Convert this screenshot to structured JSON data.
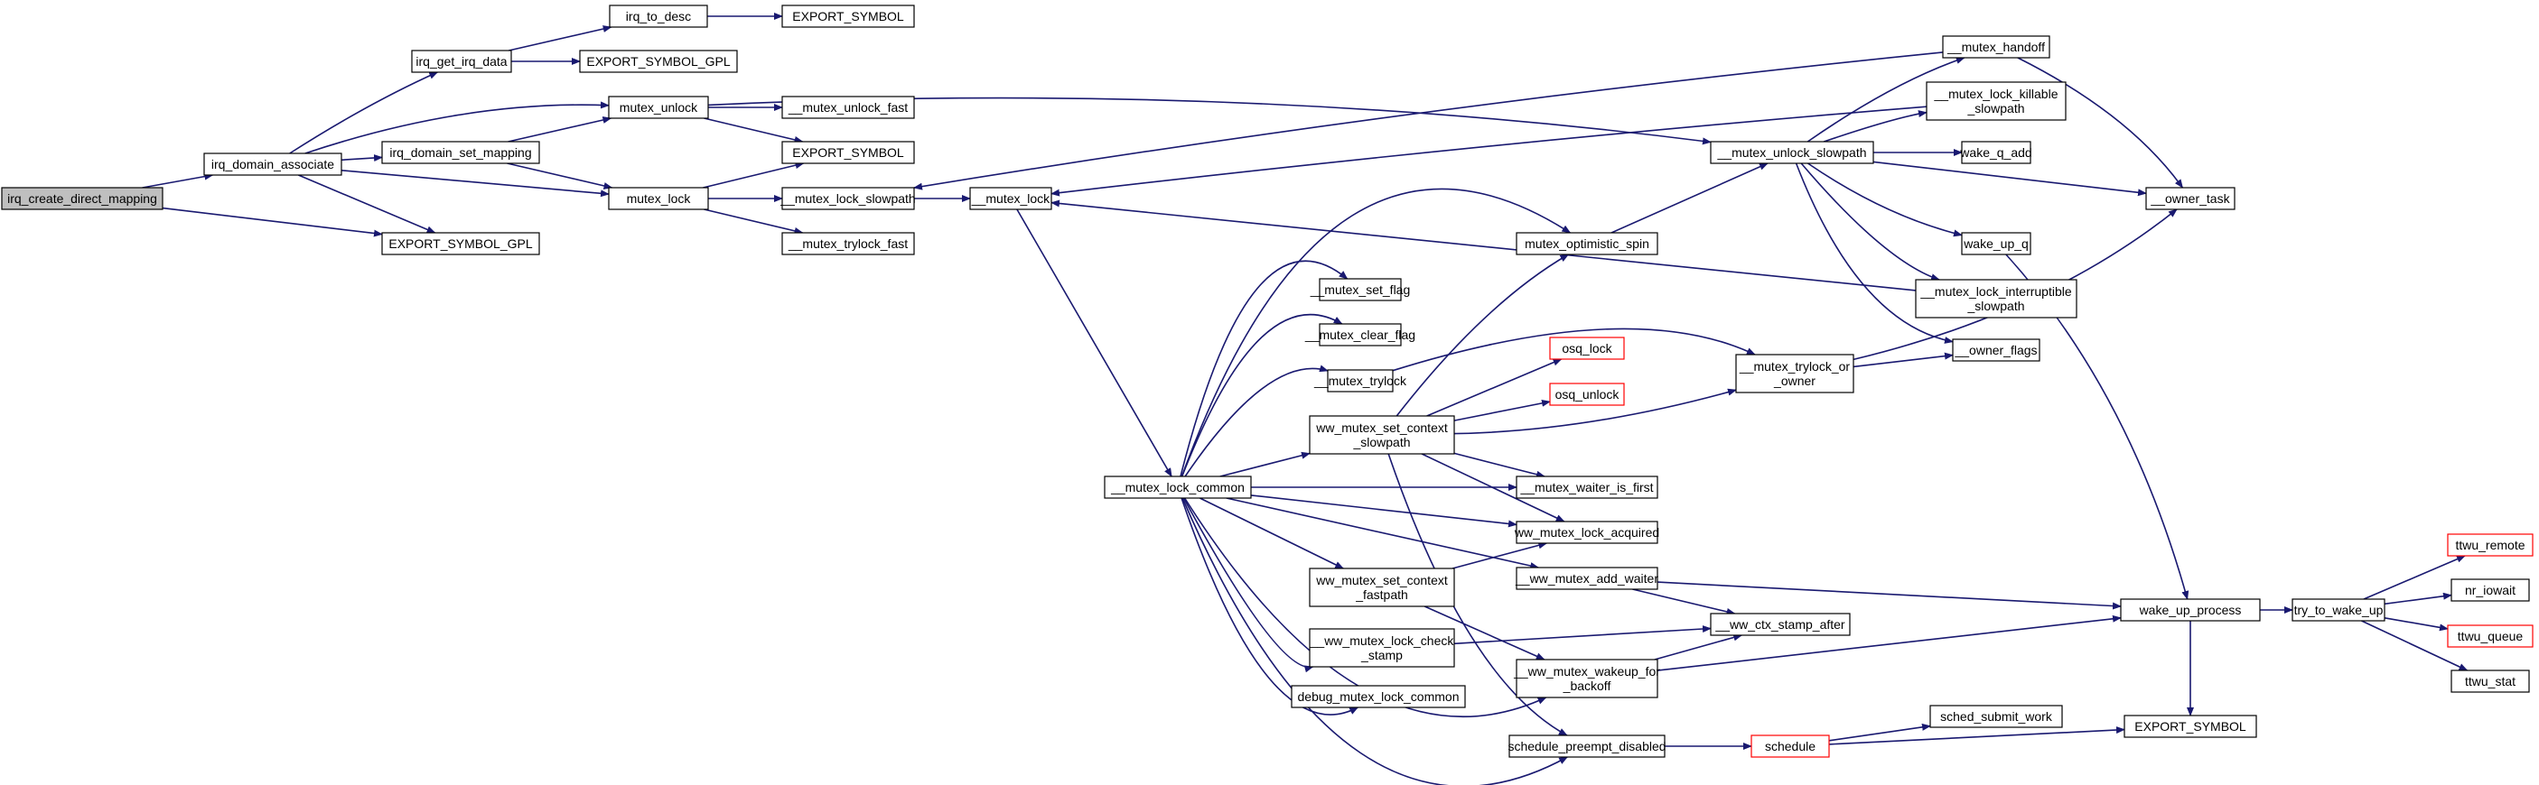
{
  "nodes": [
    {
      "id": "irq_create_direct_mapping",
      "lines": [
        "irq_create_direct_mapping"
      ],
      "style": "root"
    },
    {
      "id": "irq_domain_associate",
      "lines": [
        "irq_domain_associate"
      ],
      "style": "normal"
    },
    {
      "id": "EXPORT_SYMBOL_GPL_1",
      "lines": [
        "EXPORT_SYMBOL_GPL"
      ],
      "style": "normal"
    },
    {
      "id": "irq_get_irq_data",
      "lines": [
        "irq_get_irq_data"
      ],
      "style": "normal"
    },
    {
      "id": "mutex_unlock",
      "lines": [
        "mutex_unlock"
      ],
      "style": "normal"
    },
    {
      "id": "irq_domain_set_mapping",
      "lines": [
        "irq_domain_set_mapping"
      ],
      "style": "normal"
    },
    {
      "id": "mutex_lock",
      "lines": [
        "mutex_lock"
      ],
      "style": "normal"
    },
    {
      "id": "irq_to_desc",
      "lines": [
        "irq_to_desc"
      ],
      "style": "normal"
    },
    {
      "id": "EXPORT_SYMBOL_GPL_2",
      "lines": [
        "EXPORT_SYMBOL_GPL"
      ],
      "style": "normal"
    },
    {
      "id": "EXPORT_SYMBOL_1",
      "lines": [
        "EXPORT_SYMBOL"
      ],
      "style": "normal"
    },
    {
      "id": "__mutex_unlock_fast",
      "lines": [
        "__mutex_unlock_fast"
      ],
      "style": "normal"
    },
    {
      "id": "EXPORT_SYMBOL_2",
      "lines": [
        "EXPORT_SYMBOL"
      ],
      "style": "normal"
    },
    {
      "id": "__mutex_lock_slowpath",
      "lines": [
        "__mutex_lock_slowpath"
      ],
      "style": "normal"
    },
    {
      "id": "__mutex_trylock_fast",
      "lines": [
        "__mutex_trylock_fast"
      ],
      "style": "normal"
    },
    {
      "id": "__mutex_lock",
      "lines": [
        "__mutex_lock"
      ],
      "style": "normal"
    },
    {
      "id": "__mutex_lock_common",
      "lines": [
        "__mutex_lock_common"
      ],
      "style": "normal"
    },
    {
      "id": "mutex_optimistic_spin",
      "lines": [
        "mutex_optimistic_spin"
      ],
      "style": "normal"
    },
    {
      "id": "__mutex_set_flag",
      "lines": [
        "__mutex_set_flag"
      ],
      "style": "normal"
    },
    {
      "id": "__mutex_clear_flag",
      "lines": [
        "__mutex_clear_flag"
      ],
      "style": "normal"
    },
    {
      "id": "__mutex_trylock",
      "lines": [
        "__mutex_trylock"
      ],
      "style": "normal"
    },
    {
      "id": "ww_mutex_set_context_slowpath",
      "lines": [
        "ww_mutex_set_context",
        "_slowpath"
      ],
      "style": "normal"
    },
    {
      "id": "osq_lock",
      "lines": [
        "osq_lock"
      ],
      "style": "truncated"
    },
    {
      "id": "osq_unlock",
      "lines": [
        "osq_unlock"
      ],
      "style": "truncated"
    },
    {
      "id": "__mutex_waiter_is_first",
      "lines": [
        "__mutex_waiter_is_first"
      ],
      "style": "normal"
    },
    {
      "id": "ww_mutex_lock_acquired",
      "lines": [
        "ww_mutex_lock_acquired"
      ],
      "style": "normal"
    },
    {
      "id": "ww_mutex_set_context_fastpath",
      "lines": [
        "ww_mutex_set_context",
        "_fastpath"
      ],
      "style": "normal"
    },
    {
      "id": "__ww_mutex_add_waiter",
      "lines": [
        "__ww_mutex_add_waiter"
      ],
      "style": "normal"
    },
    {
      "id": "__ww_mutex_lock_check_stamp",
      "lines": [
        "__ww_mutex_lock_check",
        "_stamp"
      ],
      "style": "normal"
    },
    {
      "id": "__ww_ctx_stamp_after",
      "lines": [
        "__ww_ctx_stamp_after"
      ],
      "style": "normal"
    },
    {
      "id": "__ww_mutex_wakeup_for_backoff",
      "lines": [
        "__ww_mutex_wakeup_for",
        "_backoff"
      ],
      "style": "normal"
    },
    {
      "id": "debug_mutex_lock_common",
      "lines": [
        "debug_mutex_lock_common"
      ],
      "style": "normal"
    },
    {
      "id": "schedule_preempt_disabled",
      "lines": [
        "schedule_preempt_disabled"
      ],
      "style": "normal"
    },
    {
      "id": "schedule",
      "lines": [
        "schedule"
      ],
      "style": "truncated"
    },
    {
      "id": "sched_submit_work",
      "lines": [
        "sched_submit_work"
      ],
      "style": "normal"
    },
    {
      "id": "__mutex_unlock_slowpath",
      "lines": [
        "__mutex_unlock_slowpath"
      ],
      "style": "normal"
    },
    {
      "id": "__mutex_handoff",
      "lines": [
        "__mutex_handoff"
      ],
      "style": "normal"
    },
    {
      "id": "__mutex_lock_killable_slowpath",
      "lines": [
        "__mutex_lock_killable",
        "_slowpath"
      ],
      "style": "normal"
    },
    {
      "id": "wake_q_add",
      "lines": [
        "wake_q_add"
      ],
      "style": "normal"
    },
    {
      "id": "__owner_task",
      "lines": [
        "__owner_task"
      ],
      "style": "normal"
    },
    {
      "id": "wake_up_q",
      "lines": [
        "wake_up_q"
      ],
      "style": "normal"
    },
    {
      "id": "__mutex_lock_interruptible_slowpath",
      "lines": [
        "__mutex_lock_interruptible",
        "_slowpath"
      ],
      "style": "normal"
    },
    {
      "id": "__owner_flags",
      "lines": [
        "__owner_flags"
      ],
      "style": "normal"
    },
    {
      "id": "__mutex_trylock_or_owner",
      "lines": [
        "__mutex_trylock_or",
        "_owner"
      ],
      "style": "normal"
    },
    {
      "id": "wake_up_process",
      "lines": [
        "wake_up_process"
      ],
      "style": "normal"
    },
    {
      "id": "try_to_wake_up",
      "lines": [
        "try_to_wake_up"
      ],
      "style": "normal"
    },
    {
      "id": "EXPORT_SYMBOL_3",
      "lines": [
        "EXPORT_SYMBOL"
      ],
      "style": "normal"
    },
    {
      "id": "ttwu_remote",
      "lines": [
        "ttwu_remote"
      ],
      "style": "truncated"
    },
    {
      "id": "nr_iowait",
      "lines": [
        "nr_iowait"
      ],
      "style": "normal"
    },
    {
      "id": "ttwu_queue",
      "lines": [
        "ttwu_queue"
      ],
      "style": "truncated"
    },
    {
      "id": "ttwu_stat",
      "lines": [
        "ttwu_stat"
      ],
      "style": "normal"
    }
  ],
  "edges": [
    [
      "irq_create_direct_mapping",
      "irq_domain_associate"
    ],
    [
      "irq_create_direct_mapping",
      "EXPORT_SYMBOL_GPL_1"
    ],
    [
      "irq_domain_associate",
      "irq_get_irq_data"
    ],
    [
      "irq_domain_associate",
      "mutex_unlock"
    ],
    [
      "irq_domain_associate",
      "irq_domain_set_mapping"
    ],
    [
      "irq_domain_associate",
      "mutex_lock"
    ],
    [
      "irq_domain_associate",
      "EXPORT_SYMBOL_GPL_1"
    ],
    [
      "irq_get_irq_data",
      "irq_to_desc"
    ],
    [
      "irq_get_irq_data",
      "EXPORT_SYMBOL_GPL_2"
    ],
    [
      "irq_to_desc",
      "EXPORT_SYMBOL_1"
    ],
    [
      "irq_domain_set_mapping",
      "mutex_unlock"
    ],
    [
      "irq_domain_set_mapping",
      "mutex_lock"
    ],
    [
      "mutex_unlock",
      "__mutex_unlock_fast"
    ],
    [
      "mutex_unlock",
      "EXPORT_SYMBOL_2"
    ],
    [
      "mutex_unlock",
      "__mutex_unlock_slowpath"
    ],
    [
      "mutex_lock",
      "EXPORT_SYMBOL_2"
    ],
    [
      "mutex_lock",
      "__mutex_lock_slowpath"
    ],
    [
      "mutex_lock",
      "__mutex_trylock_fast"
    ],
    [
      "__mutex_lock_slowpath",
      "__mutex_lock"
    ],
    [
      "__mutex_lock",
      "__mutex_lock_common"
    ],
    [
      "__mutex_lock_common",
      "mutex_optimistic_spin"
    ],
    [
      "__mutex_lock_common",
      "__mutex_set_flag"
    ],
    [
      "__mutex_lock_common",
      "__mutex_clear_flag"
    ],
    [
      "__mutex_lock_common",
      "__mutex_trylock"
    ],
    [
      "__mutex_lock_common",
      "ww_mutex_set_context_slowpath"
    ],
    [
      "__mutex_lock_common",
      "__mutex_waiter_is_first"
    ],
    [
      "__mutex_lock_common",
      "ww_mutex_lock_acquired"
    ],
    [
      "__mutex_lock_common",
      "ww_mutex_set_context_fastpath"
    ],
    [
      "__mutex_lock_common",
      "__ww_mutex_add_waiter"
    ],
    [
      "__mutex_lock_common",
      "__ww_mutex_lock_check_stamp"
    ],
    [
      "__mutex_lock_common",
      "debug_mutex_lock_common"
    ],
    [
      "__mutex_lock_common",
      "__ww_mutex_wakeup_for_backoff"
    ],
    [
      "__mutex_lock_common",
      "schedule_preempt_disabled"
    ],
    [
      "mutex_optimistic_spin",
      "__mutex_unlock_slowpath"
    ],
    [
      "__mutex_trylock",
      "__mutex_trylock_or_owner"
    ],
    [
      "ww_mutex_set_context_slowpath",
      "mutex_optimistic_spin"
    ],
    [
      "ww_mutex_set_context_slowpath",
      "osq_lock"
    ],
    [
      "ww_mutex_set_context_slowpath",
      "osq_unlock"
    ],
    [
      "ww_mutex_set_context_slowpath",
      "__mutex_trylock_or_owner"
    ],
    [
      "ww_mutex_set_context_slowpath",
      "__mutex_waiter_is_first"
    ],
    [
      "ww_mutex_set_context_slowpath",
      "ww_mutex_lock_acquired"
    ],
    [
      "ww_mutex_set_context_slowpath",
      "schedule_preempt_disabled"
    ],
    [
      "ww_mutex_set_context_fastpath",
      "ww_mutex_lock_acquired"
    ],
    [
      "ww_mutex_set_context_fastpath",
      "__ww_mutex_wakeup_for_backoff"
    ],
    [
      "__ww_mutex_add_waiter",
      "__ww_ctx_stamp_after"
    ],
    [
      "__ww_mutex_add_waiter",
      "wake_up_process"
    ],
    [
      "__ww_mutex_lock_check_stamp",
      "__ww_ctx_stamp_after"
    ],
    [
      "__ww_mutex_wakeup_for_backoff",
      "__ww_ctx_stamp_after"
    ],
    [
      "__ww_mutex_wakeup_for_backoff",
      "wake_up_process"
    ],
    [
      "schedule_preempt_disabled",
      "schedule"
    ],
    [
      "schedule",
      "sched_submit_work"
    ],
    [
      "schedule",
      "EXPORT_SYMBOL_3"
    ],
    [
      "__mutex_unlock_slowpath",
      "__mutex_handoff"
    ],
    [
      "__mutex_unlock_slowpath",
      "__mutex_lock_killable_slowpath"
    ],
    [
      "__mutex_unlock_slowpath",
      "wake_q_add"
    ],
    [
      "__mutex_unlock_slowpath",
      "__owner_task"
    ],
    [
      "__mutex_unlock_slowpath",
      "wake_up_q"
    ],
    [
      "__mutex_unlock_slowpath",
      "__mutex_lock_interruptible_slowpath"
    ],
    [
      "__mutex_unlock_slowpath",
      "__owner_flags"
    ],
    [
      "__mutex_handoff",
      "__mutex_lock_slowpath"
    ],
    [
      "__mutex_handoff",
      "__owner_task"
    ],
    [
      "__mutex_lock_killable_slowpath",
      "__mutex_lock"
    ],
    [
      "__mutex_lock_interruptible_slowpath",
      "__mutex_lock"
    ],
    [
      "__mutex_trylock_or_owner",
      "__owner_flags"
    ],
    [
      "__mutex_trylock_or_owner",
      "__owner_task"
    ],
    [
      "wake_up_q",
      "wake_up_process"
    ],
    [
      "wake_up_process",
      "try_to_wake_up"
    ],
    [
      "wake_up_process",
      "EXPORT_SYMBOL_3"
    ],
    [
      "try_to_wake_up",
      "ttwu_remote"
    ],
    [
      "try_to_wake_up",
      "nr_iowait"
    ],
    [
      "try_to_wake_up",
      "ttwu_queue"
    ],
    [
      "try_to_wake_up",
      "ttwu_stat"
    ]
  ],
  "colors": {
    "edge": "#191970",
    "node_border": "#000000",
    "truncated_border": "#ff0000",
    "root_fill": "#bfbfbf",
    "node_fill": "#ffffff"
  }
}
